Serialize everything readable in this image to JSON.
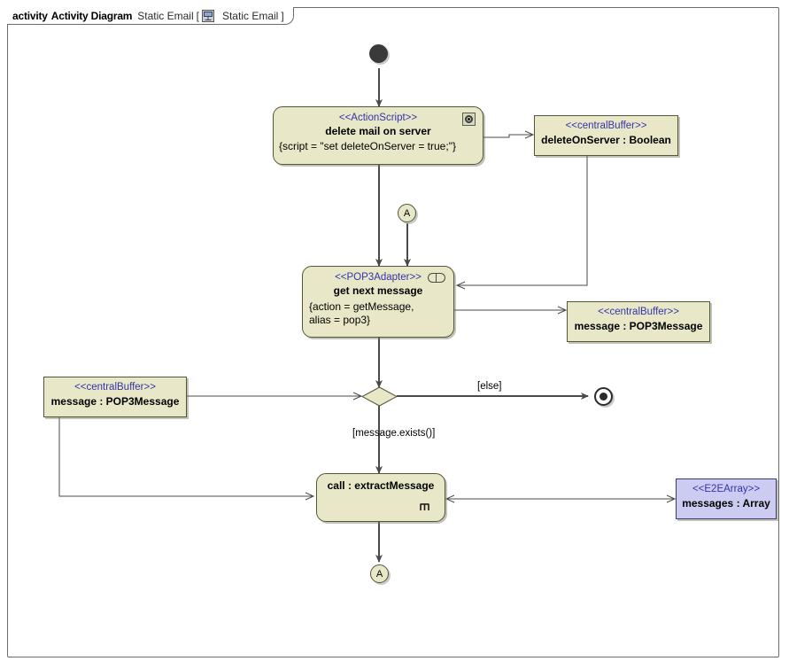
{
  "frame": {
    "keyword": "activity",
    "diagram_type": "Activity Diagram",
    "name": "Static Email",
    "bracket_open": "[",
    "qualifier": "Static Email",
    "bracket_close": "]",
    "icon": "diagram-element-icon"
  },
  "nodes": {
    "initial": {
      "name": "initial-node"
    },
    "delete_mail": {
      "stereotype": "<<ActionScript>>",
      "name": "delete mail on server",
      "body": "{script = \"set deleteOnServer = true;\"}",
      "icon": "script-gear-icon"
    },
    "delete_on_server_buffer": {
      "stereotype": "<<centralBuffer>>",
      "name": "deleteOnServer : Boolean"
    },
    "connector_a_top": {
      "label": "A"
    },
    "get_next_message": {
      "stereotype": "<<POP3Adapter>>",
      "name": "get next message",
      "body_line1": "{action = getMessage,",
      "body_line2": "alias = pop3}",
      "icon": "pin-icon"
    },
    "message_buffer_right": {
      "stereotype": "<<centralBuffer>>",
      "name": "message : POP3Message"
    },
    "message_buffer_left": {
      "stereotype": "<<centralBuffer>>",
      "name": "message : POP3Message"
    },
    "decision": {
      "name": "decision-node"
    },
    "final": {
      "name": "activity-final-node"
    },
    "extract_message": {
      "name": "call : extractMessage",
      "icon": "rake-icon"
    },
    "messages_array": {
      "stereotype": "<<E2EArray>>",
      "name": "messages : Array"
    },
    "connector_a_bottom": {
      "label": "A"
    }
  },
  "edge_labels": {
    "else": "[else]",
    "message_exists": "[message.exists()]"
  },
  "colors": {
    "node_fill": "#e8e8c8",
    "node_border": "#55553a",
    "array_fill": "#ccccf2",
    "array_border": "#3b3b6e",
    "stereotype_text": "#3333aa",
    "edge": "#4a4a4a",
    "frame_border": "#6b6b6b"
  }
}
